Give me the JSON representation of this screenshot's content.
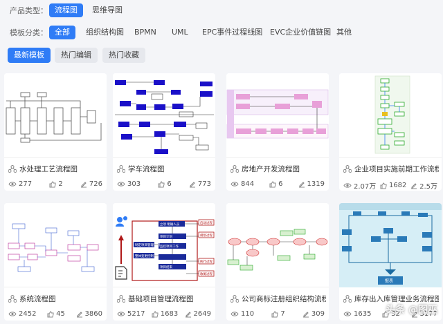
{
  "filters": {
    "product_type_label": "产品类型：",
    "product_types": [
      "流程图",
      "思维导图"
    ],
    "template_cat_label": "模板分类：",
    "categories": [
      "全部",
      "组织结构图",
      "BPMN",
      "UML",
      "EPC事件过程线图",
      "EVC企业价值链图",
      "其他"
    ]
  },
  "tabs": [
    "最新模板",
    "热门编辑",
    "热门收藏"
  ],
  "cards": [
    {
      "title": "水处理工艺流程图",
      "views": "277",
      "likes": "2",
      "edits": "726"
    },
    {
      "title": "学车流程图",
      "views": "303",
      "likes": "6",
      "edits": "773"
    },
    {
      "title": "房地产开发流程图",
      "views": "844",
      "likes": "6",
      "edits": "1319"
    },
    {
      "title": "企业项目实施前期工作流程图",
      "views": "2.07万",
      "likes": "1682",
      "edits": "2.5万"
    },
    {
      "title": "系统流程图",
      "views": "2452",
      "likes": "45",
      "edits": "3860"
    },
    {
      "title": "基础项目管理流程图",
      "views": "5217",
      "likes": "1683",
      "edits": "2649"
    },
    {
      "title": "公司商标注册组织结构流程图",
      "views": "110",
      "likes": "7",
      "edits": "309"
    },
    {
      "title": "库存出入库管理业务流程图",
      "views": "1635",
      "likes": "32",
      "edits": "3177"
    }
  ],
  "thumbnails": {
    "card6_labels": [
      "立项  明确人员",
      "项目计划",
      "制定项目管理计划",
      "监控项目工作",
      "整体变更控制",
      "项目结束",
      "启动过程",
      "规划过程",
      "执行过程",
      "收尾过程"
    ],
    "card8_label": "报表"
  },
  "watermark": "头条 @图巫",
  "colors": {
    "accent": "#2f7cf6",
    "page_bg": "#f4f5f8",
    "node_blue": "#1a10c8",
    "node_red": "#d03030",
    "node_pink": "#e8a0d8",
    "node_green": "#28a828"
  }
}
